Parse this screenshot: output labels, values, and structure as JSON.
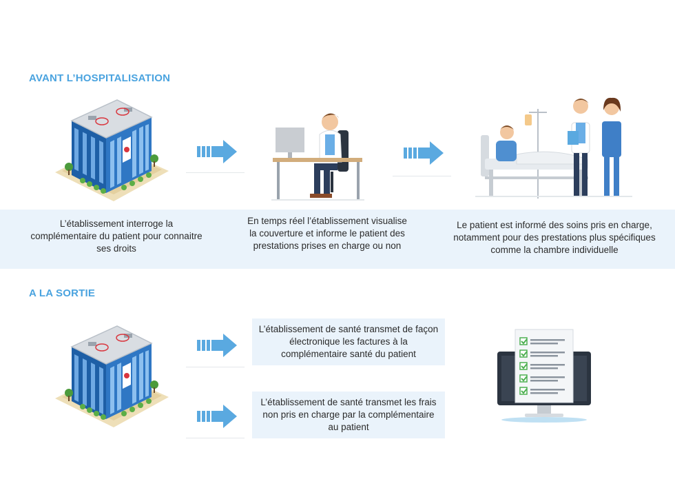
{
  "before": {
    "title": "AVANT L’HOSPITALISATION",
    "captions": [
      "L’établissement interroge la complémentaire du patient pour connaitre ses droits",
      "En temps réel l’établissement visualise la couverture et informe le patient des prestations prises en charge ou non",
      "Le patient est informé des soins pris en charge, notamment pour des prestations plus spécifiques comme la chambre individuelle"
    ]
  },
  "after": {
    "title": "A LA SORTIE",
    "boxes": [
      "L’établissement de santé transmet de façon électronique les factures à la complémentaire santé du patient",
      "L’établissement de santé transmet les frais non pris en charge par la complémentaire au patient"
    ]
  },
  "colors": {
    "accent": "#4aa3df",
    "band": "#eaf3fb",
    "arrow": "#5aa9e0"
  },
  "icons": [
    "hospital-building-icon",
    "doctor-at-desk-icon",
    "patient-in-bed-icon",
    "arrow-right-icon",
    "monitor-checklist-icon"
  ]
}
